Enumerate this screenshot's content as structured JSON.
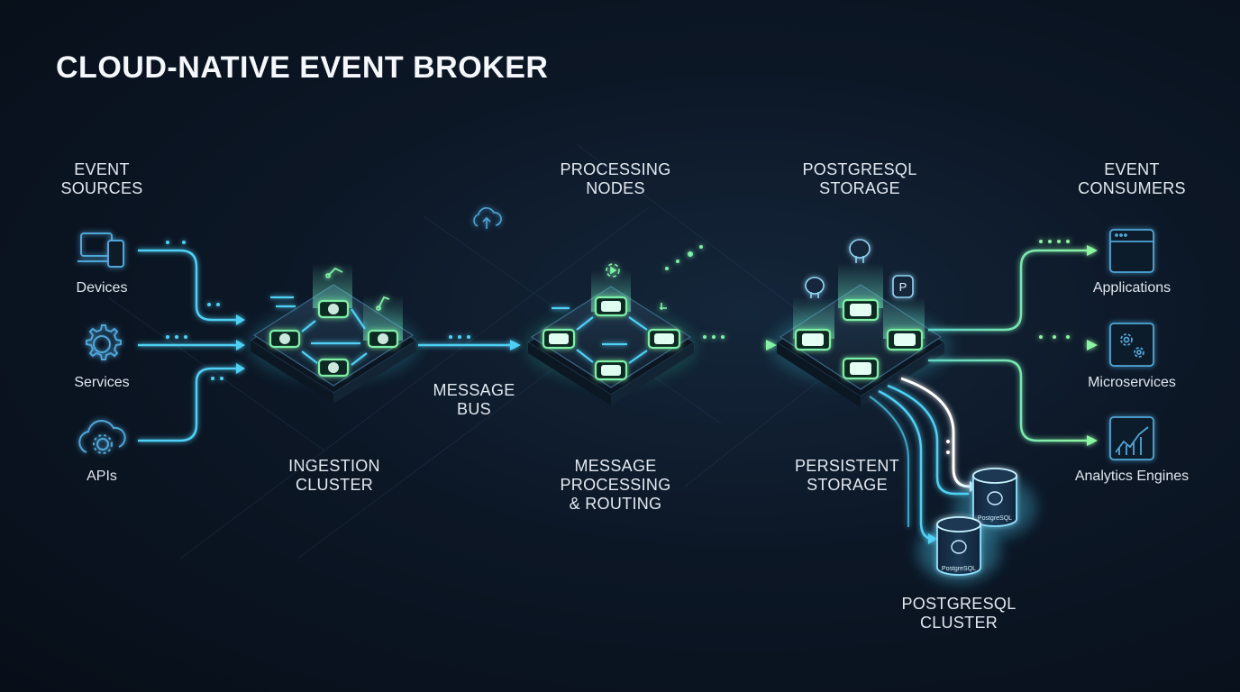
{
  "title": "CLOUD-NATIVE EVENT BROKER",
  "columns": {
    "sources": "EVENT\nSOURCES",
    "processing": "PROCESSING\nNODES",
    "storage": "POSTGRESQL\nSTORAGE",
    "consumers": "EVENT\nCONSUMERS"
  },
  "sources": [
    {
      "label": "Devices",
      "icon": "devices-icon"
    },
    {
      "label": "Services",
      "icon": "gear-icon"
    },
    {
      "label": "APIs",
      "icon": "cloud-gear-icon"
    }
  ],
  "consumers": [
    {
      "label": "Applications",
      "icon": "window-icon"
    },
    {
      "label": "Microservices",
      "icon": "gears-icon"
    },
    {
      "label": "Analytics Engines",
      "icon": "chart-icon"
    }
  ],
  "stages": {
    "ingestion": "INGESTION\nCLUSTER",
    "bus": "MESSAGE\nBUS",
    "routing": "MESSAGE\nPROCESSING\n& ROUTING",
    "persistent": "PERSISTENT\nSTORAGE",
    "cluster": "POSTGRESQL\nCLUSTER"
  },
  "db_badge": "P",
  "cylinder_label": "PostgreSQL",
  "colors": {
    "cyan": "#4fd1f5",
    "green": "#7ff0a8",
    "white": "#ffffff",
    "background": "#0c1726"
  }
}
